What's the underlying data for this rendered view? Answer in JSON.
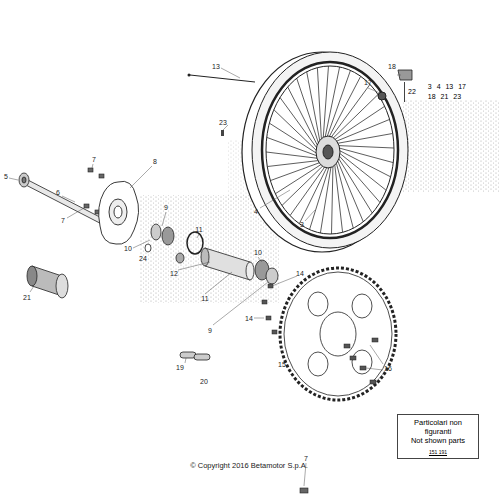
{
  "diagram": {
    "nodes": [
      {
        "text": [
          "22",
          "3 4 13 17 18 21 23"
        ]
      },
      {
        "text": [
          "Particolari non figuranti",
          "Not shown parts",
          "151 191"
        ]
      }
    ],
    "labels": [
      "13",
      "17",
      "18",
      "23",
      "5",
      "6",
      "7",
      "7",
      "8",
      "9",
      "10",
      "24",
      "11",
      "12",
      "11",
      "10",
      "9",
      "4",
      "3",
      "14",
      "14",
      "15",
      "16",
      "21",
      "19",
      "20",
      "7",
      "© Copyright 2016 Betamotor S.p.A."
    ]
  }
}
